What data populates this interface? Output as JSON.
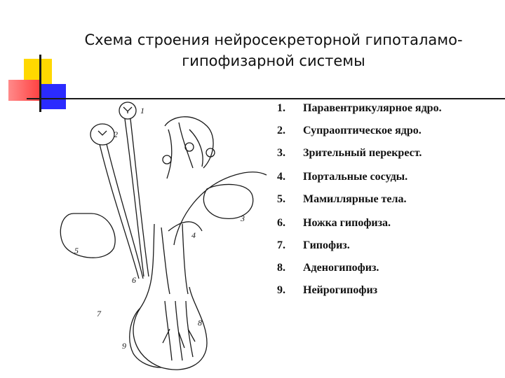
{
  "title": {
    "line1": "Схема строения нейросекреторной гипоталамо-",
    "line2": "гипофизарной системы"
  },
  "legend": [
    {
      "num": "1.",
      "text": "Паравентрикулярное ядро."
    },
    {
      "num": "2.",
      "text": "Супраоптическое ядро."
    },
    {
      "num": "3.",
      "text": "Зрительный перекрест."
    },
    {
      "num": "4.",
      "text": "Портальные сосуды."
    },
    {
      "num": "5.",
      "text": "Мамиллярные тела."
    },
    {
      "num": "6.",
      "text": "Ножка гипофиза."
    },
    {
      "num": "7.",
      "text": "Гипофиз."
    },
    {
      "num": "8.",
      "text": "Аденогипофиз."
    },
    {
      "num": "9.",
      "text": "Нейрогипофиз"
    }
  ],
  "diagram_labels": [
    "1",
    "2",
    "3",
    "4",
    "5",
    "6",
    "7",
    "8",
    "9"
  ],
  "colors": {
    "accent_yellow": "#ffd800",
    "accent_red": "#ff5050",
    "accent_blue": "#2b2bff",
    "line": "#1a1a1a"
  }
}
